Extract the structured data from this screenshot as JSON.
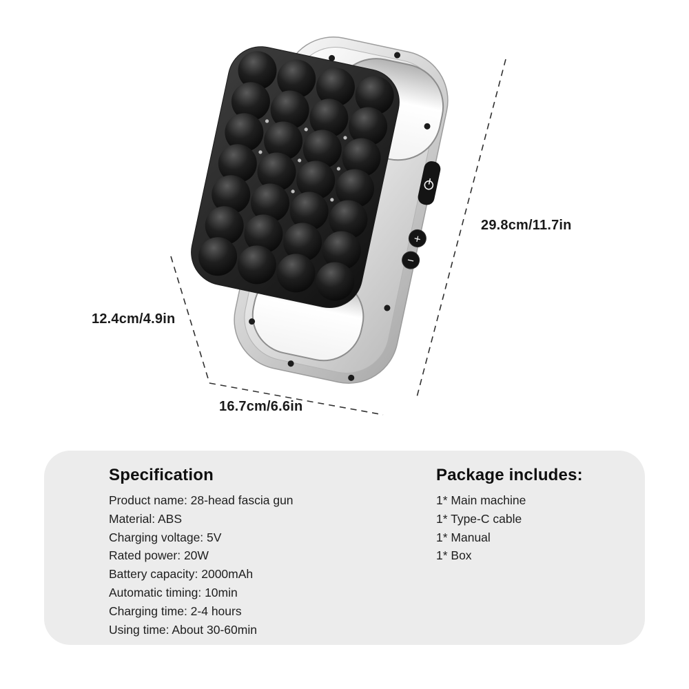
{
  "colors": {
    "page_bg": "#ffffff",
    "panel_bg": "#ececec",
    "text_dark": "#1a1a1a",
    "device_silver": "#d2d2d2",
    "massage_head_black": "#0d0d0d"
  },
  "dimensions": {
    "right": "29.8cm/11.7in",
    "left": "12.4cm/4.9in",
    "bottom": "16.7cm/6.6in"
  },
  "device": {
    "plus_glyph": "+",
    "minus_glyph": "−",
    "icons": [
      "power-icon",
      "plus-icon",
      "minus-icon"
    ]
  },
  "specification": {
    "heading": "Specification",
    "items": [
      "Product name: 28-head fascia gun",
      "Material: ABS",
      "Charging voltage: 5V",
      "Rated power: 20W",
      "Battery capacity: 2000mAh",
      "Automatic timing: 10min",
      "Charging time: 2-4 hours",
      "Using time: About 30-60min"
    ]
  },
  "package": {
    "heading": "Package includes:",
    "items": [
      "1* Main machine",
      "1* Type-C cable",
      "1* Manual",
      "1* Box"
    ]
  }
}
